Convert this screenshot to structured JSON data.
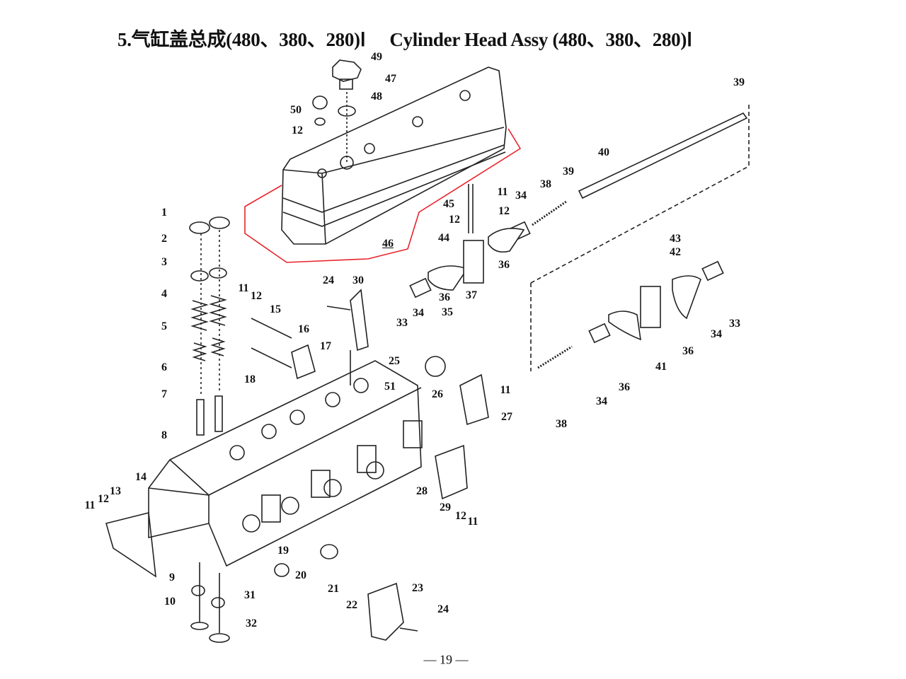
{
  "title": {
    "cn": "5.气缸盖总成(480、380、280)Ⅰ",
    "en": "Cylinder Head Assy (480、380、280)Ⅰ"
  },
  "callouts": [
    "49",
    "47",
    "48",
    "50",
    "12",
    "39",
    "40",
    "39",
    "38",
    "11",
    "34",
    "45",
    "12",
    "12",
    "44",
    "46",
    "36",
    "43",
    "42",
    "1",
    "2",
    "3",
    "4",
    "5",
    "6",
    "7",
    "8",
    "11",
    "12",
    "15",
    "24",
    "30",
    "36",
    "37",
    "33",
    "34",
    "35",
    "16",
    "17",
    "25",
    "18",
    "51",
    "26",
    "11",
    "27",
    "33",
    "34",
    "36",
    "41",
    "36",
    "34",
    "38",
    "14",
    "13",
    "12",
    "11",
    "28",
    "29",
    "12",
    "11",
    "19",
    "20",
    "21",
    "22",
    "9",
    "31",
    "10",
    "32",
    "23",
    "24"
  ],
  "highlight": {
    "part": "46",
    "color": "#e8232b"
  },
  "footer": "— 19 —"
}
